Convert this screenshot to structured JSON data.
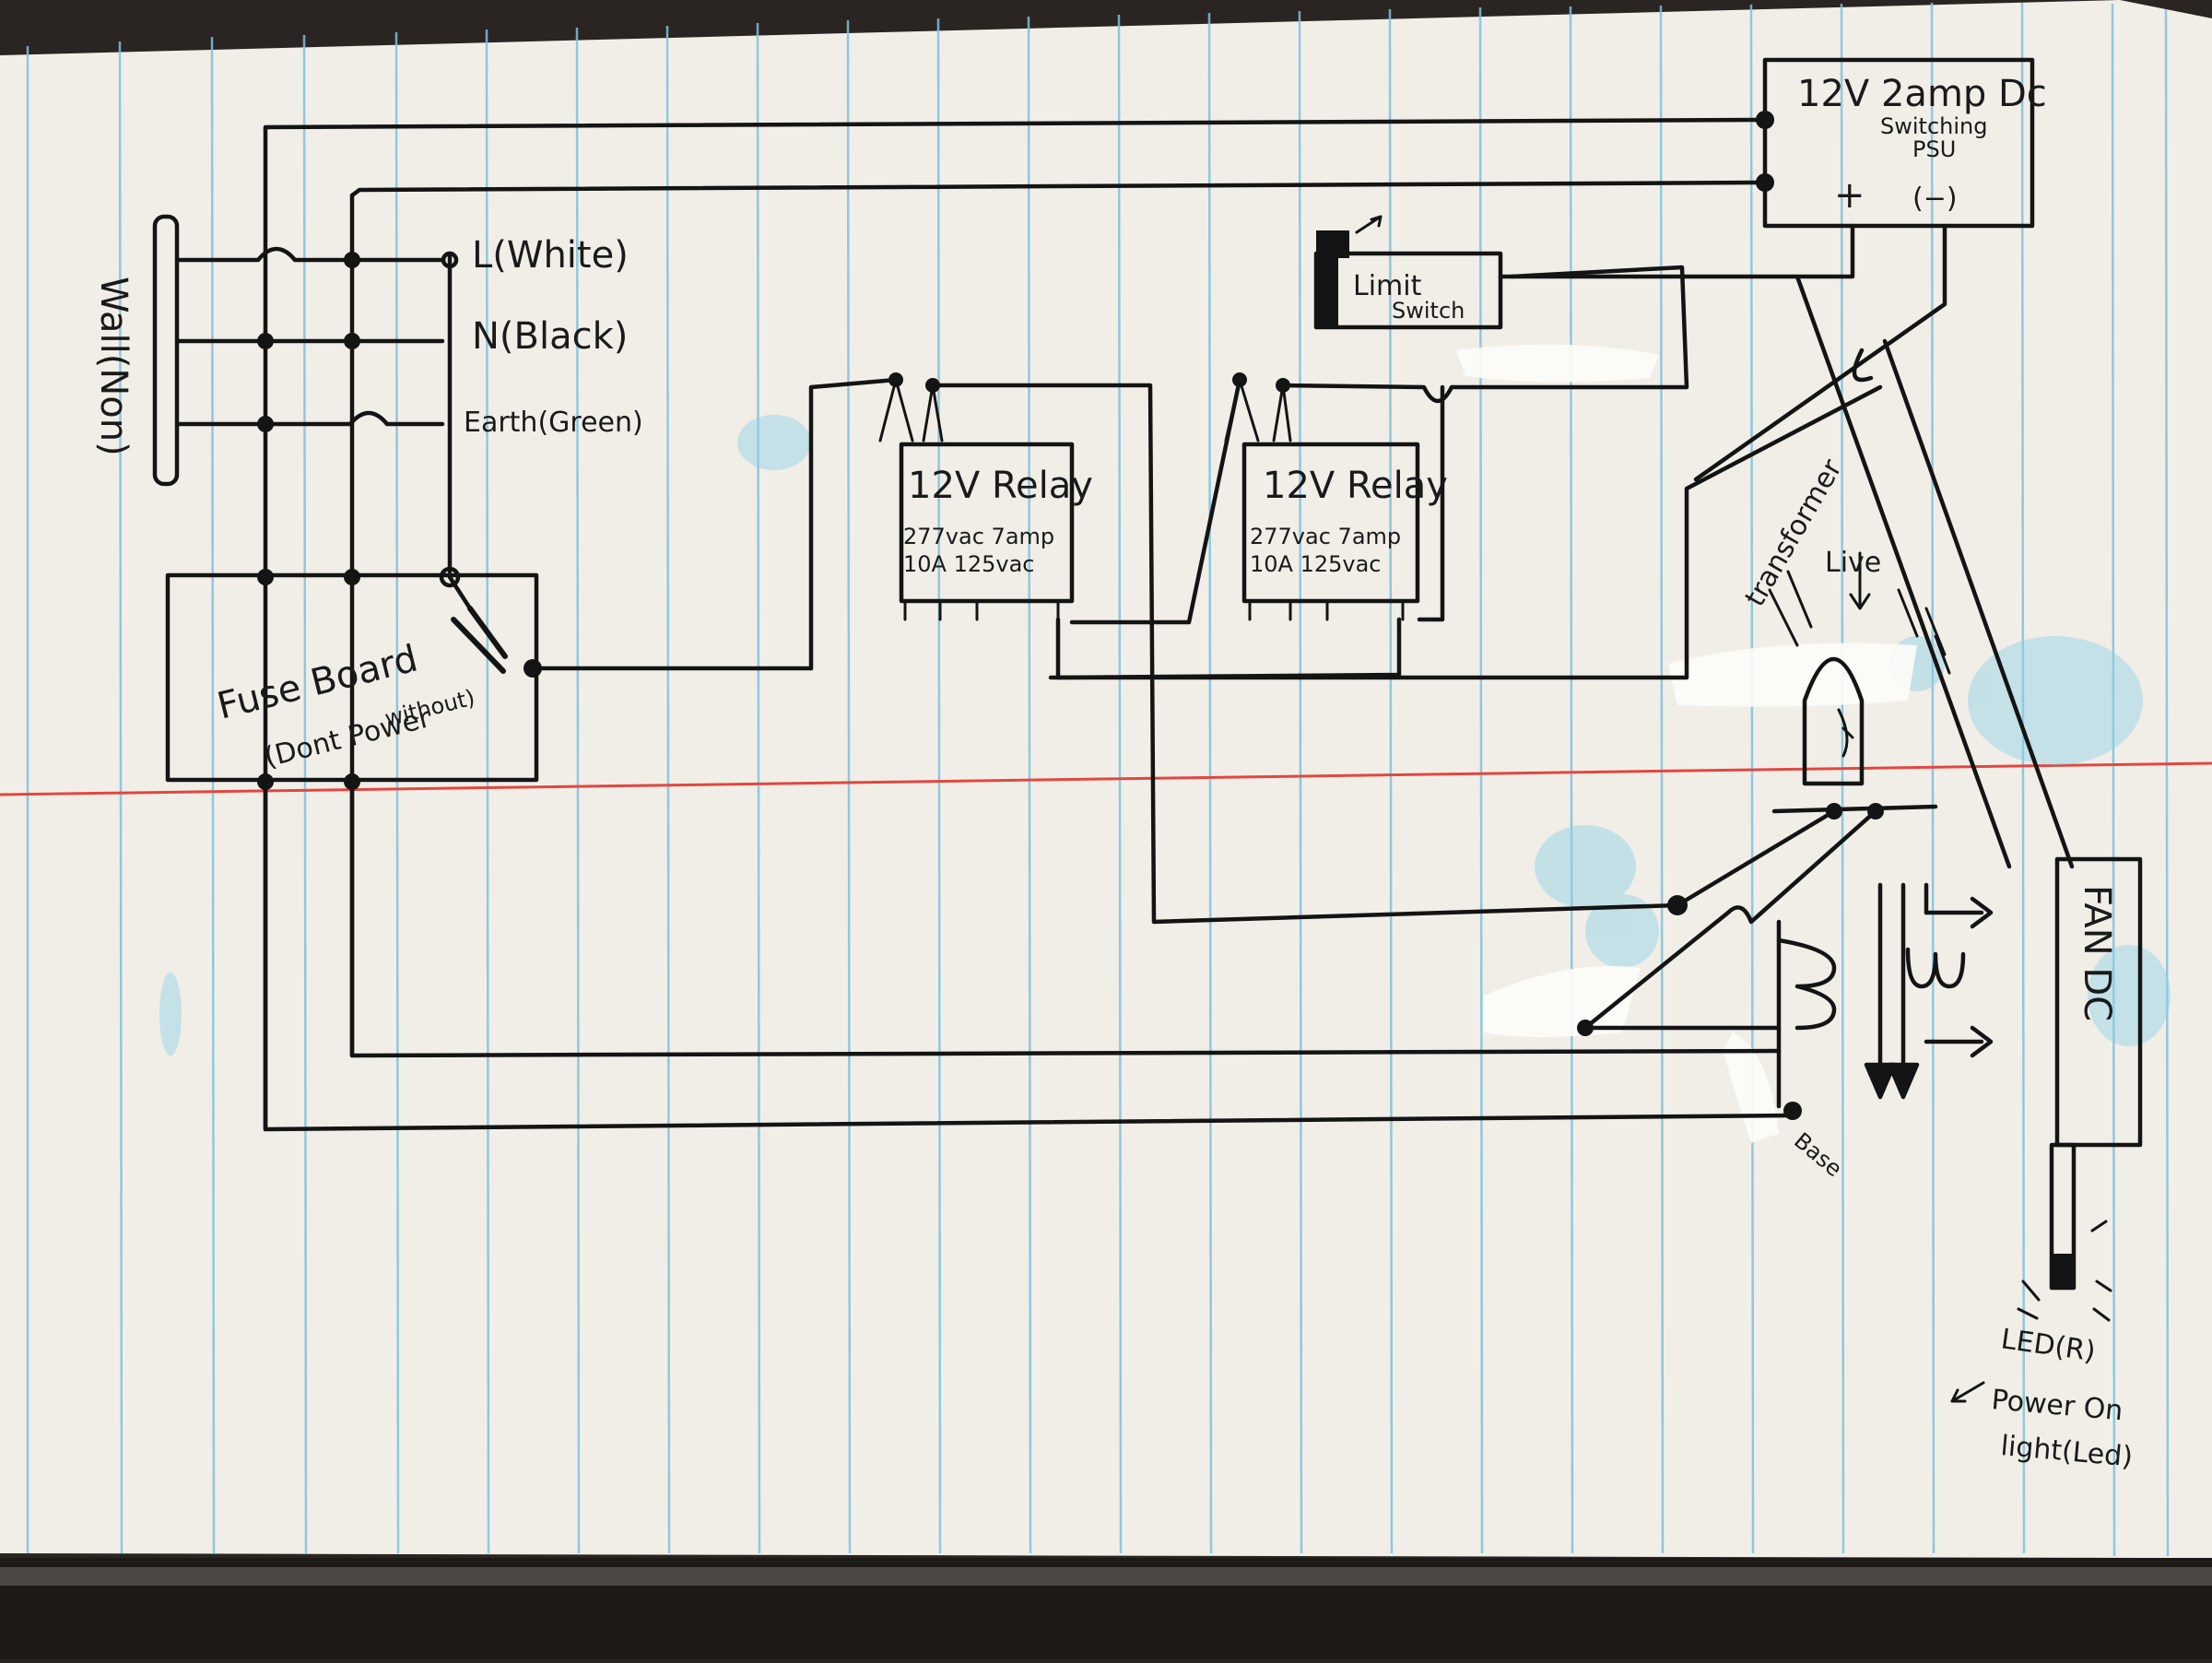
{
  "diagram": {
    "outlet": {
      "label": "Wall(Non)"
    },
    "wires": {
      "live": "L(White)",
      "neutral": "N(Black)",
      "earth": "Earth(Green)"
    },
    "fuse_board": {
      "title": "Fuse Board",
      "note_line1": "(Dont Power",
      "note_line2": "without)"
    },
    "relay_1": {
      "title": "12V Relay",
      "rating1": "277vac 7amp",
      "rating2": "10A 125vac"
    },
    "relay_2": {
      "title": "12V Relay",
      "rating1": "277vac 7amp",
      "rating2": "10A 125vac"
    },
    "limit_switch": {
      "line1": "Limit",
      "line2": "Switch"
    },
    "psu": {
      "line1": "12V 2amp Dc",
      "line2": "Switching",
      "line3": "PSU",
      "plus": "+",
      "minus": "(−)"
    },
    "transformer": {
      "line1": "transformer",
      "line2": "Live"
    },
    "base": {
      "label": "Base"
    },
    "fan": {
      "label": "FAN DC"
    },
    "led": {
      "label": "LED(R)"
    },
    "power_light": {
      "line1": "Power On",
      "line2": "light(Led)"
    }
  },
  "colors": {
    "paper": "#f1eee7",
    "rule_blue": "#7fc1de",
    "margin_red": "#e2473f",
    "ink": "#141414",
    "watercolor": "#8fd0e8",
    "whiteout": "#fbfbf8"
  }
}
